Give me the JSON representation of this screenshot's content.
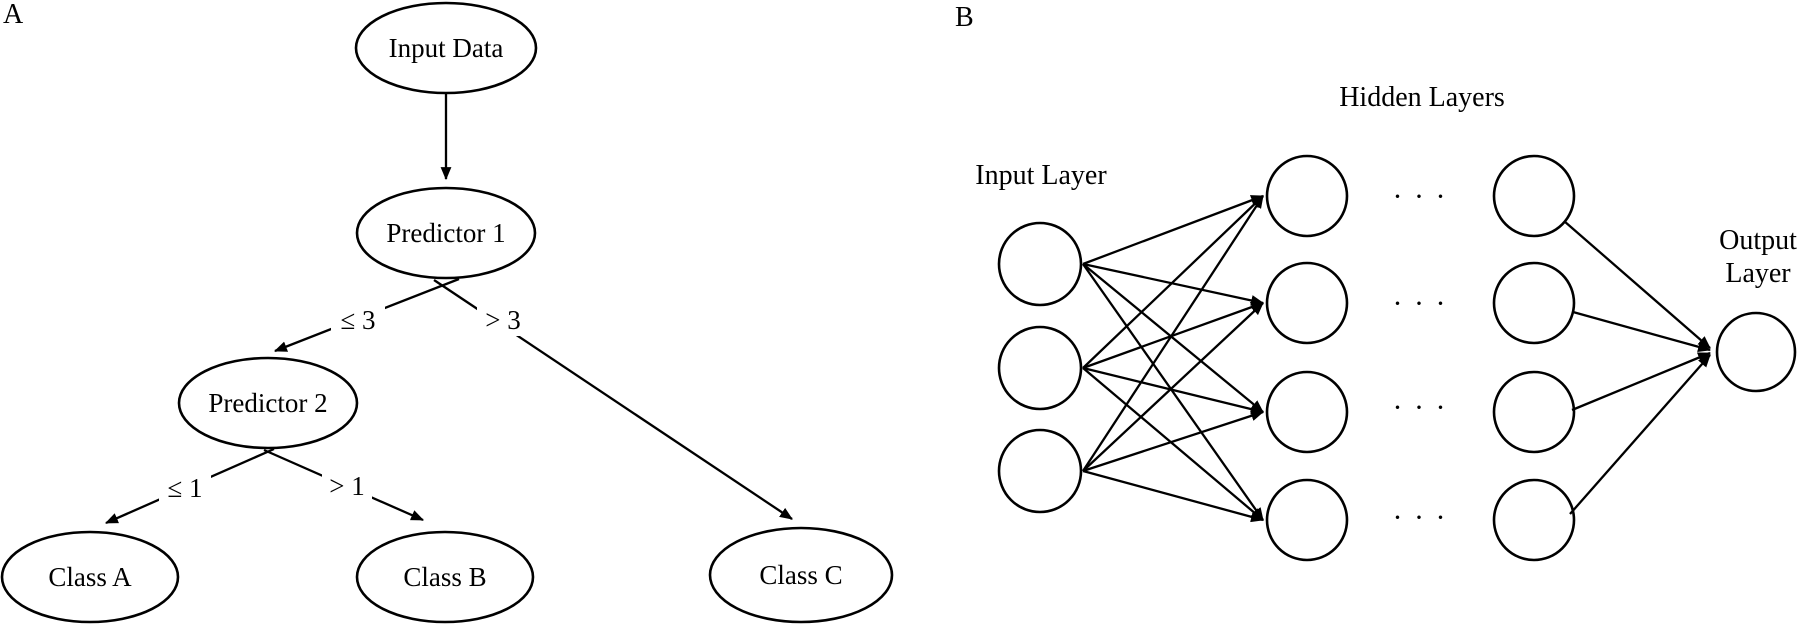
{
  "figure": {
    "background": "#ffffff",
    "stroke_color": "#000000",
    "panelA": {
      "tag": "A",
      "type": "decision-tree",
      "nodes": {
        "root": "Input Data",
        "predictor1": "Predictor 1",
        "predictor2": "Predictor 2",
        "classA": "Class A",
        "classB": "Class B",
        "classC": "Class C"
      },
      "edges": [
        {
          "from": "Input Data",
          "to": "Predictor 1",
          "label": ""
        },
        {
          "from": "Predictor 1",
          "to": "Predictor 2",
          "label": "≤ 3"
        },
        {
          "from": "Predictor 1",
          "to": "Class C",
          "label": "> 3"
        },
        {
          "from": "Predictor 2",
          "to": "Class A",
          "label": "≤ 1"
        },
        {
          "from": "Predictor 2",
          "to": "Class B",
          "label": "> 1"
        }
      ]
    },
    "panelB": {
      "tag": "B",
      "type": "neural-network",
      "labels": {
        "input": "Input Layer",
        "hidden": "Hidden Layers",
        "output_line1": "Output",
        "output_line2": "Layer"
      },
      "ellipsis": "· · ·",
      "layers": {
        "input_nodes": 3,
        "hidden_nodes_shown": [
          4,
          4
        ],
        "output_nodes": 1
      }
    }
  }
}
